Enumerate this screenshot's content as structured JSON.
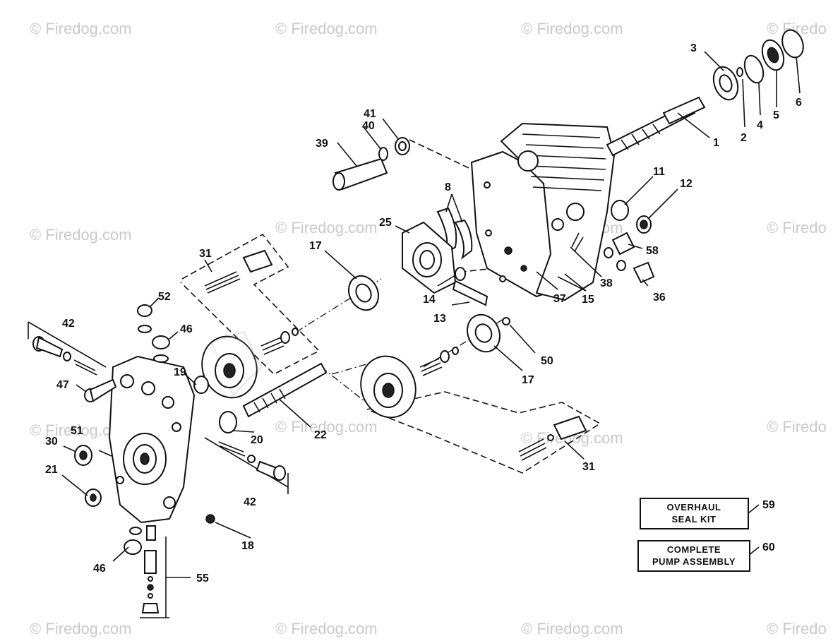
{
  "watermark": {
    "text": "© Firedog.com",
    "partial_text": "© Firedo",
    "color": "#c9c9c9"
  },
  "callouts": {
    "c1": "1",
    "c2": "2",
    "c3": "3",
    "c4": "4",
    "c5": "5",
    "c6": "6",
    "c8": "8",
    "c11": "11",
    "c12": "12",
    "c13": "13",
    "c14": "14",
    "c15": "15",
    "c17a": "17",
    "c17b": "17",
    "c18": "18",
    "c19": "19",
    "c20": "20",
    "c21": "21",
    "c22": "22",
    "c25": "25",
    "c30": "30",
    "c31a": "31",
    "c31b": "31",
    "c36": "36",
    "c37": "37",
    "c38": "38",
    "c39": "39",
    "c40": "40",
    "c41": "41",
    "c42a": "42",
    "c42b": "42",
    "c46a": "46",
    "c46b": "46",
    "c47": "47",
    "c50": "50",
    "c51": "51",
    "c52": "52",
    "c55": "55",
    "c58": "58",
    "c59": "59",
    "c60": "60"
  },
  "boxes": {
    "overhaul": {
      "line1": "OVERHAUL",
      "line2": "SEAL KIT"
    },
    "complete": {
      "line1": "COMPLETE",
      "line2": "PUMP ASSEMBLY"
    }
  }
}
